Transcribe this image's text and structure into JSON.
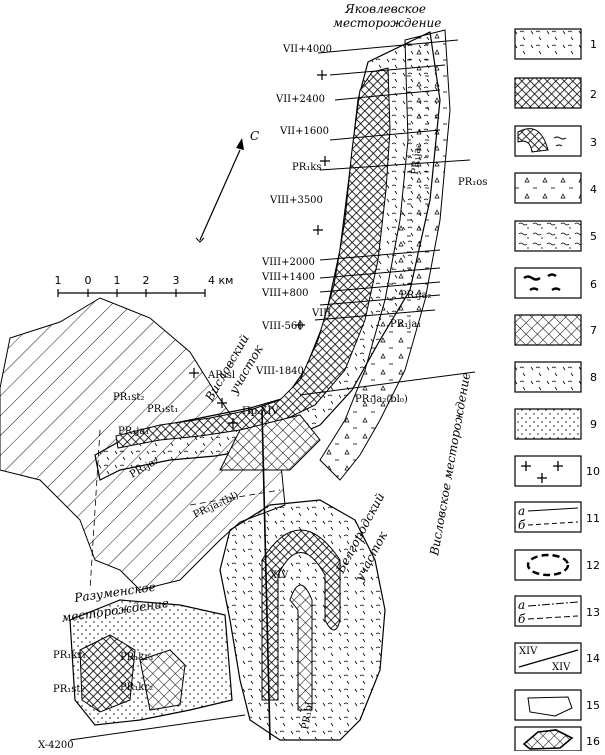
{
  "map": {
    "deposits": {
      "yakovlevskoe_line1": "Яковлевское",
      "yakovlevskoe_line2": "месторождение",
      "vislovskoe": "Висловское месторождение",
      "razumenskoe_line1": "Разуменское",
      "razumenskoe_line2": "месторождение"
    },
    "areas": {
      "vislovsky_line1": "Висловский",
      "vislovsky_line2": "участок",
      "belgorodsky_line1": "Белгородский",
      "belgorodsky_line2": "участок"
    },
    "profile_labels": [
      "VII+4000",
      "VII+2400",
      "VII+1600",
      "VIII+3500",
      "VIII+2000",
      "VIII+1400",
      "VIII+800",
      "VIII",
      "VIII-560",
      "VIII-1840",
      "X-4200",
      "Пр.XIV",
      "XIV"
    ],
    "unit_labels": {
      "pr1ks": "PR₁ks",
      "pr1os": "PR₁os",
      "pr1ja2_top": "PR₁ja₂",
      "pr1ja2_mid": "PR₁ja₂",
      "pr1ja1": "PR₁ja₁",
      "pr1ja2_bl": "PR₁ja₂(bl₀)",
      "ar2sl": "AR₂sl",
      "pr1st2": "PR₁st₂",
      "pr1st1": "PR₁st₁",
      "pr1ja1_w": "PR₁ja₁",
      "pr1ja2_w": "PR₁ja₂",
      "pr1ja2_bl_s": "PR₁ja₂(bl)",
      "pr1kr1": "PR₁kr₁",
      "pr1kr2": "PR₁kr₂",
      "pr1kr3": "PR₁kr₃",
      "pr1st2_s": "PR₁st₂",
      "pr1bl": "PR₁bl"
    },
    "north_arrow": "С",
    "scale": {
      "ticks": [
        "1",
        "0",
        "1",
        "2",
        "3",
        "4 км"
      ]
    }
  },
  "legend": {
    "items": [
      {
        "n": "1",
        "pattern": "tick-marks"
      },
      {
        "n": "2",
        "pattern": "dense-crosshatch"
      },
      {
        "n": "3",
        "pattern": "lens-with-wavy"
      },
      {
        "n": "4",
        "pattern": "triangles-dashes"
      },
      {
        "n": "5",
        "pattern": "wavy-dashes"
      },
      {
        "n": "6",
        "pattern": "dark-wavy"
      },
      {
        "n": "7",
        "pattern": "crosshatch"
      },
      {
        "n": "8",
        "pattern": "sparse-ticks"
      },
      {
        "n": "9",
        "pattern": "dots"
      },
      {
        "n": "10",
        "pattern": "crosses"
      },
      {
        "n": "11",
        "pattern": "line-a-b"
      },
      {
        "n": "12",
        "pattern": "dashed-ring"
      },
      {
        "n": "13",
        "pattern": "dash-dot-a-b"
      },
      {
        "n": "14",
        "pattern": "profile-line"
      },
      {
        "n": "15",
        "pattern": "polygon"
      },
      {
        "n": "16",
        "pattern": "ore-lens"
      }
    ],
    "line_a": "а",
    "line_b": "б",
    "profile_top": "XIV",
    "profile_bottom": "XIV"
  }
}
